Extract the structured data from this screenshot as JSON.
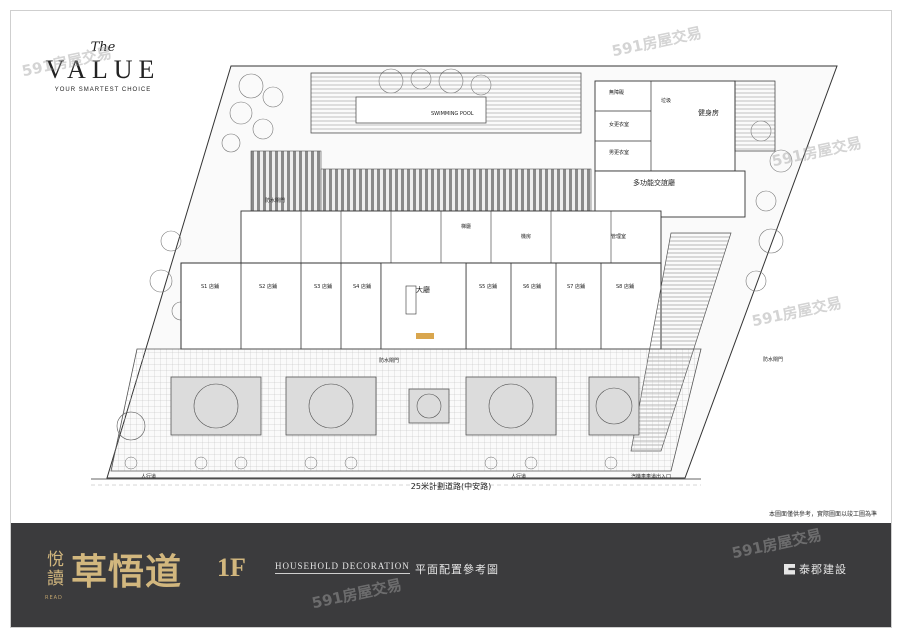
{
  "brand": {
    "the": "The",
    "name": "VALUE",
    "tagline": "YOUR SMARTEST CHOICE"
  },
  "plan_labels": {
    "swimming_pool": "SWIMMING POOL",
    "multi_function": "多功能交誼廳",
    "gym": "健身房",
    "lobby": "大廳",
    "flood_gate_a": "防水閘門",
    "flood_gate_b": "防水閘門",
    "flood_gate_c": "防水閘門",
    "rooms": [
      "無障礙",
      "女更衣室",
      "男更衣室",
      "垃圾",
      "管理室",
      "梯廳",
      "機房"
    ],
    "stores": [
      {
        "num": "S1",
        "label": "店鋪"
      },
      {
        "num": "S2",
        "label": "店鋪"
      },
      {
        "num": "S3",
        "label": "店鋪"
      },
      {
        "num": "S4",
        "label": "店鋪"
      },
      {
        "num": "S5",
        "label": "店鋪"
      },
      {
        "num": "S6",
        "label": "店鋪"
      },
      {
        "num": "S7",
        "label": "店鋪"
      },
      {
        "num": "S8",
        "label": "店鋪"
      }
    ],
    "sidewalk_left": "人行道",
    "sidewalk_right": "人行道",
    "ramp": "汽機車車道出入口",
    "road": "25米計劃道路(中安路)",
    "disclaimer": "本圖面僅供參考，實際圖面以竣工圖為準"
  },
  "footer": {
    "title_small": "悅讀",
    "title_main": "草悟道",
    "title_sub": "READ",
    "floor": "1F",
    "household": "HOUSEHOLD DECORATION",
    "plan_title": "平面配置參考圖",
    "company": "泰郡建設"
  },
  "watermark": "591房屋交易",
  "colors": {
    "footer_bg": "#3b3b3d",
    "gold": "#d2b77e",
    "line": "#333333"
  }
}
